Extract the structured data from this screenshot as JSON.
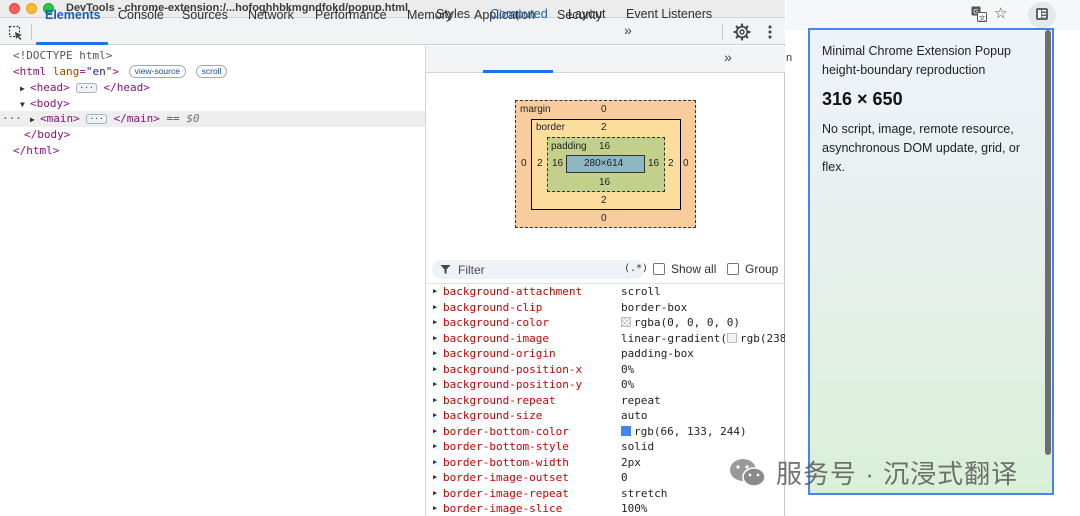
{
  "window": {
    "title": "DevTools - chrome-extension:/...hofoghhbkmgndfokd/popup.html"
  },
  "main_tabs": [
    "Elements",
    "Console",
    "Sources",
    "Network",
    "Performance",
    "Memory",
    "Application",
    "Security"
  ],
  "more_glyph": "»",
  "dom_tree": {
    "doctype": "<!DOCTYPE html>",
    "html_open": "<html",
    "html_attr": "lang",
    "html_eq": "=",
    "html_attr_val": "\"en\"",
    "gt": ">",
    "view_source": "view-source",
    "scroll": "scroll",
    "head_open": "<head>",
    "head_close": "</head>",
    "body_open": "<body>",
    "main_open": "<main>",
    "main_close": "</main>",
    "eq_marker": "==",
    "dollar_zero": "$0",
    "body_close": "</body>",
    "html_close": "</html>",
    "ellipsis": "···",
    "row_dots": "···"
  },
  "sub_tabs": [
    "Styles",
    "Computed",
    "Layout",
    "Event Listeners"
  ],
  "box_model": {
    "margin_label": "margin",
    "margin_top": "0",
    "margin_right": "0",
    "margin_bottom": "0",
    "margin_left": "0",
    "border_label": "border",
    "border_top": "2",
    "border_right": "2",
    "border_bottom": "2",
    "border_left": "2",
    "padding_label": "padding",
    "padding_top": "16",
    "padding_right": "16",
    "padding_bottom": "16",
    "padding_left": "16",
    "content": "280×614"
  },
  "filter": {
    "placeholder": "Filter",
    "regex": "(.*)",
    "show_all": "Show all",
    "group": "Group"
  },
  "computed_props": [
    {
      "name": "background-attachment",
      "value": "scroll"
    },
    {
      "name": "background-clip",
      "value": "border-box"
    },
    {
      "name": "background-color",
      "value": "rgba(0, 0, 0, 0)",
      "swatch": "transparent"
    },
    {
      "name": "background-image",
      "value": "linear-gradient(",
      "swatch": "#eef2fa",
      "value2": "rgb(238"
    },
    {
      "name": "background-origin",
      "value": "padding-box"
    },
    {
      "name": "background-position-x",
      "value": "0%"
    },
    {
      "name": "background-position-y",
      "value": "0%"
    },
    {
      "name": "background-repeat",
      "value": "repeat"
    },
    {
      "name": "background-size",
      "value": "auto"
    },
    {
      "name": "border-bottom-color",
      "value": "rgb(66, 133, 244)",
      "swatch": "#4285f4"
    },
    {
      "name": "border-bottom-style",
      "value": "solid"
    },
    {
      "name": "border-bottom-width",
      "value": "2px"
    },
    {
      "name": "border-image-outset",
      "value": "0"
    },
    {
      "name": "border-image-repeat",
      "value": "stretch"
    },
    {
      "name": "border-image-slice",
      "value": "100%"
    }
  ],
  "browser": {
    "side_letter": "n"
  },
  "popup": {
    "title": "Minimal Chrome Extension Popup height-boundary reproduction",
    "size": "316 × 650",
    "description": "No script, image, remote resource, asynchronous DOM update, grid, or flex."
  },
  "watermark": {
    "text": "服务号 · 沉浸式翻译"
  },
  "colors": {
    "accent": "#1a73e8",
    "popup_border": "#4285f4",
    "prop_name": "#c80000"
  }
}
